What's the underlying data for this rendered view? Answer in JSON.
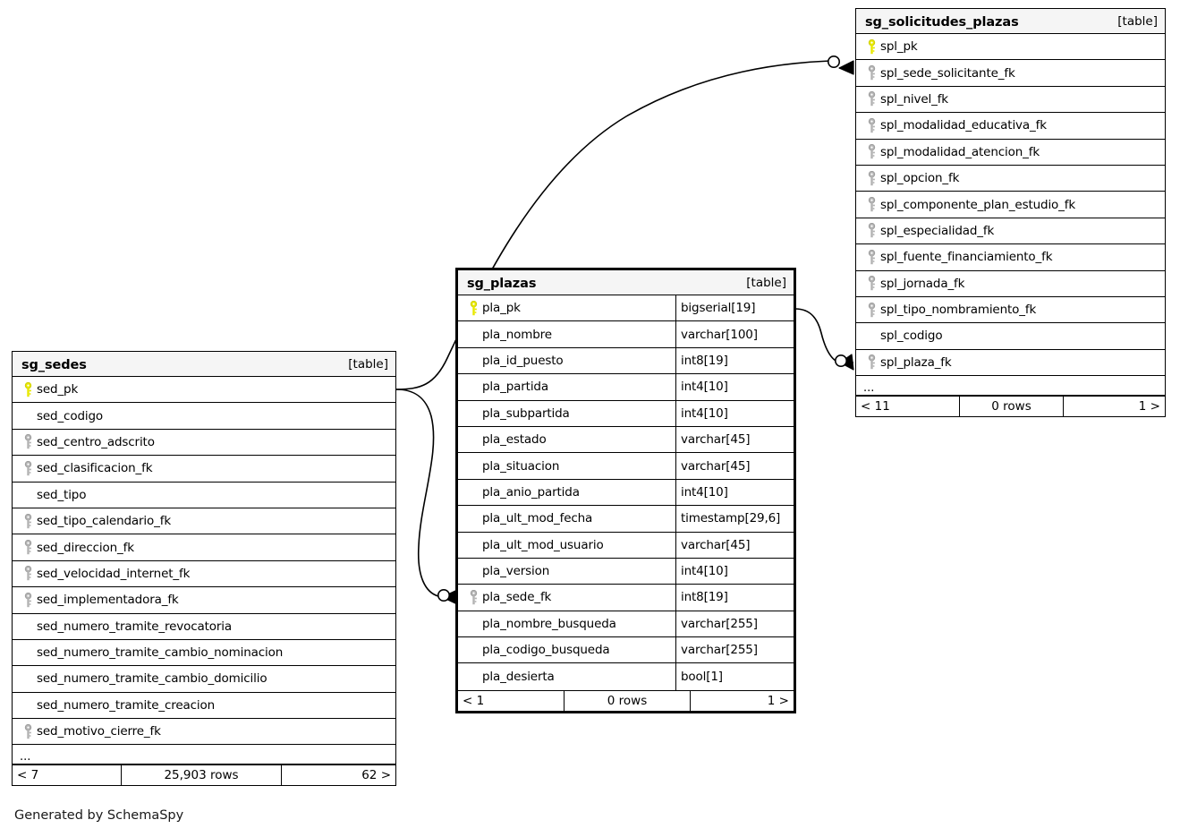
{
  "diagram": {
    "generator_credit": "Generated by SchemaSpy",
    "table_kind_label": "[table]",
    "ellipsis": "...",
    "colors": {
      "primary_key_icon": "#e8e800",
      "foreign_key_icon": "#b3b3b3",
      "header_background": "#f5f5f5",
      "border": "#000000",
      "canvas": "#ffffff"
    }
  },
  "tables": [
    {
      "id": "sg_sedes",
      "name": "sg_sedes",
      "kind": "[table]",
      "focal": false,
      "has_type_column": false,
      "columns": [
        {
          "name": "sed_pk",
          "key": "primary",
          "type": ""
        },
        {
          "name": "sed_codigo",
          "key": "none",
          "type": ""
        },
        {
          "name": "sed_centro_adscrito",
          "key": "foreign",
          "type": ""
        },
        {
          "name": "sed_clasificacion_fk",
          "key": "foreign",
          "type": ""
        },
        {
          "name": "sed_tipo",
          "key": "none",
          "type": ""
        },
        {
          "name": "sed_tipo_calendario_fk",
          "key": "foreign",
          "type": ""
        },
        {
          "name": "sed_direccion_fk",
          "key": "foreign",
          "type": ""
        },
        {
          "name": "sed_velocidad_internet_fk",
          "key": "foreign",
          "type": ""
        },
        {
          "name": "sed_implementadora_fk",
          "key": "foreign",
          "type": ""
        },
        {
          "name": "sed_numero_tramite_revocatoria",
          "key": "none",
          "type": ""
        },
        {
          "name": "sed_numero_tramite_cambio_nominacion",
          "key": "none",
          "type": ""
        },
        {
          "name": "sed_numero_tramite_cambio_domicilio",
          "key": "none",
          "type": ""
        },
        {
          "name": "sed_numero_tramite_creacion",
          "key": "none",
          "type": ""
        },
        {
          "name": "sed_motivo_cierre_fk",
          "key": "foreign",
          "type": ""
        }
      ],
      "footer": {
        "prev": "< 7",
        "rows": "25,903 rows",
        "next": "62 >"
      }
    },
    {
      "id": "sg_plazas",
      "name": "sg_plazas",
      "kind": "[table]",
      "focal": true,
      "has_type_column": true,
      "columns": [
        {
          "name": "pla_pk",
          "key": "primary",
          "type": "bigserial[19]"
        },
        {
          "name": "pla_nombre",
          "key": "none",
          "type": "varchar[100]"
        },
        {
          "name": "pla_id_puesto",
          "key": "none",
          "type": "int8[19]"
        },
        {
          "name": "pla_partida",
          "key": "none",
          "type": "int4[10]"
        },
        {
          "name": "pla_subpartida",
          "key": "none",
          "type": "int4[10]"
        },
        {
          "name": "pla_estado",
          "key": "none",
          "type": "varchar[45]"
        },
        {
          "name": "pla_situacion",
          "key": "none",
          "type": "varchar[45]"
        },
        {
          "name": "pla_anio_partida",
          "key": "none",
          "type": "int4[10]"
        },
        {
          "name": "pla_ult_mod_fecha",
          "key": "none",
          "type": "timestamp[29,6]"
        },
        {
          "name": "pla_ult_mod_usuario",
          "key": "none",
          "type": "varchar[45]"
        },
        {
          "name": "pla_version",
          "key": "none",
          "type": "int4[10]"
        },
        {
          "name": "pla_sede_fk",
          "key": "foreign",
          "type": "int8[19]"
        },
        {
          "name": "pla_nombre_busqueda",
          "key": "none",
          "type": "varchar[255]"
        },
        {
          "name": "pla_codigo_busqueda",
          "key": "none",
          "type": "varchar[255]"
        },
        {
          "name": "pla_desierta",
          "key": "none",
          "type": "bool[1]"
        }
      ],
      "footer": {
        "prev": "< 1",
        "rows": "0 rows",
        "next": "1 >"
      }
    },
    {
      "id": "sg_solicitudes_plazas",
      "name": "sg_solicitudes_plazas",
      "kind": "[table]",
      "focal": false,
      "has_type_column": false,
      "columns": [
        {
          "name": "spl_pk",
          "key": "primary",
          "type": ""
        },
        {
          "name": "spl_sede_solicitante_fk",
          "key": "foreign",
          "type": ""
        },
        {
          "name": "spl_nivel_fk",
          "key": "foreign",
          "type": ""
        },
        {
          "name": "spl_modalidad_educativa_fk",
          "key": "foreign",
          "type": ""
        },
        {
          "name": "spl_modalidad_atencion_fk",
          "key": "foreign",
          "type": ""
        },
        {
          "name": "spl_opcion_fk",
          "key": "foreign",
          "type": ""
        },
        {
          "name": "spl_componente_plan_estudio_fk",
          "key": "foreign",
          "type": ""
        },
        {
          "name": "spl_especialidad_fk",
          "key": "foreign",
          "type": ""
        },
        {
          "name": "spl_fuente_financiamiento_fk",
          "key": "foreign",
          "type": ""
        },
        {
          "name": "spl_jornada_fk",
          "key": "foreign",
          "type": ""
        },
        {
          "name": "spl_tipo_nombramiento_fk",
          "key": "foreign",
          "type": ""
        },
        {
          "name": "spl_codigo",
          "key": "none",
          "type": ""
        },
        {
          "name": "spl_plaza_fk",
          "key": "foreign",
          "type": ""
        }
      ],
      "footer": {
        "prev": "< 11",
        "rows": "0 rows",
        "next": "1 >"
      }
    }
  ],
  "relationships": [
    {
      "id": "sedes-to-solicitudes",
      "from_table": "sg_sedes",
      "from_column": "sed_pk",
      "to_table": "sg_solicitudes_plazas",
      "to_column": "spl_sede_solicitante_fk",
      "cardinality": "zero-or-many"
    },
    {
      "id": "sedes-to-plazas",
      "from_table": "sg_sedes",
      "from_column": "sed_pk",
      "to_table": "sg_plazas",
      "to_column": "pla_sede_fk",
      "cardinality": "zero-or-many"
    },
    {
      "id": "plazas-to-solicitudes",
      "from_table": "sg_plazas",
      "from_column": "pla_pk",
      "to_table": "sg_solicitudes_plazas",
      "to_column": "spl_plaza_fk",
      "cardinality": "zero-or-many"
    }
  ]
}
